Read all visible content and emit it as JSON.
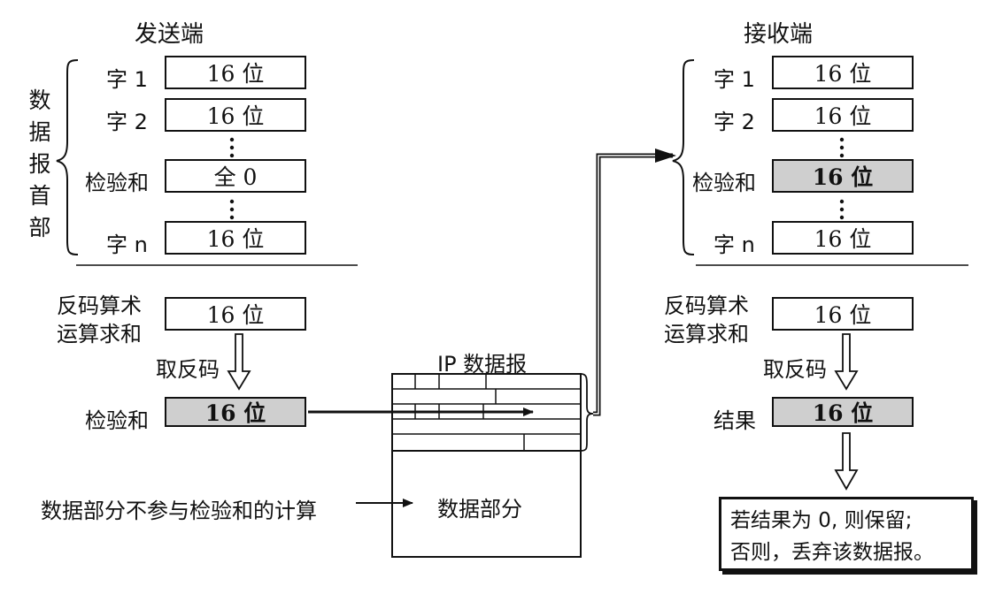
{
  "sender": {
    "title": "发送端",
    "vertical_label": [
      "数",
      "据",
      "报",
      "首",
      "部"
    ],
    "rows": [
      {
        "label": "字 1",
        "value": "16 位"
      },
      {
        "label": "字 2",
        "value": "16 位"
      },
      {
        "label": "检验和",
        "value": "全 0"
      },
      {
        "label": "字 n",
        "value": "16 位"
      }
    ],
    "sum_label_1": "反码算术",
    "sum_label_2": "运算求和",
    "sum_value": "16 位",
    "complement_label": "取反码",
    "checksum_label": "检验和",
    "checksum_value": "16 位"
  },
  "receiver": {
    "title": "接收端",
    "rows": [
      {
        "label": "字 1",
        "value": "16 位"
      },
      {
        "label": "字 2",
        "value": "16 位"
      },
      {
        "label": "检验和",
        "value": "16 位"
      },
      {
        "label": "字 n",
        "value": "16 位"
      }
    ],
    "sum_label_1": "反码算术",
    "sum_label_2": "运算求和",
    "sum_value": "16 位",
    "complement_label": "取反码",
    "result_label": "结果",
    "result_value": "16 位",
    "decision_line_1": "若结果为 0, 则保留;",
    "decision_line_2": "否则，丢弃该数据报。"
  },
  "ip": {
    "title": "IP 数据报",
    "data_part": "数据部分",
    "note": "数据部分不参与检验和的计算"
  }
}
